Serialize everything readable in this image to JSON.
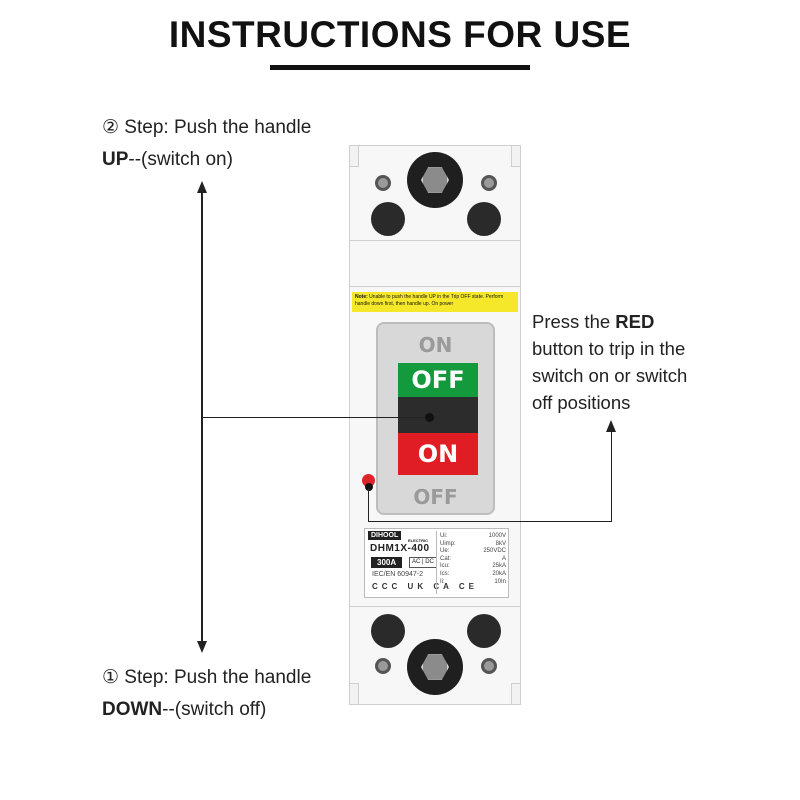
{
  "title": "INSTRUCTIONS FOR USE",
  "step_up": {
    "line1": "② Step: Push the handle",
    "bold": "UP",
    "rest": "--(switch on)"
  },
  "step_down": {
    "line1": "① Step: Push the handle",
    "bold": "DOWN",
    "rest": "--(switch off)"
  },
  "red_instruction": {
    "prefix": "Press the ",
    "bold": "RED",
    "line2": "button to trip in the",
    "line3": "switch on or switch",
    "line4": "off positions"
  },
  "note": {
    "label": "Note:",
    "text": "Unable to push the handle UP in the Trip OFF state. Perform handle down first, then handle up. On power"
  },
  "window": {
    "top_label": "ON",
    "off_label": "OFF",
    "on_label": "ON",
    "bottom_label": "OFF"
  },
  "plate": {
    "brand": "DIHOOL",
    "brand_sub": "ELECTRIC",
    "model": "DHM1X-400",
    "rating": "300A",
    "acdc": "AC | DC",
    "standard": "IEC/EN 60947-2",
    "marks": "CCC UK CA CE",
    "specs": [
      {
        "key": "Ui:",
        "value": "1000V"
      },
      {
        "key": "Uimp:",
        "value": "8kV"
      },
      {
        "key": "Ue:",
        "value": "250VDC"
      },
      {
        "key": "Cat:",
        "value": "A"
      },
      {
        "key": "Icu:",
        "value": "25kA"
      },
      {
        "key": "Ics:",
        "value": "20kA"
      },
      {
        "key": "Ii:",
        "value": "10In"
      }
    ]
  },
  "colors": {
    "off_green": "#129a3c",
    "on_red": "#e01c25",
    "note_yellow": "#f5e72a",
    "trip_button": "#e0232b"
  }
}
